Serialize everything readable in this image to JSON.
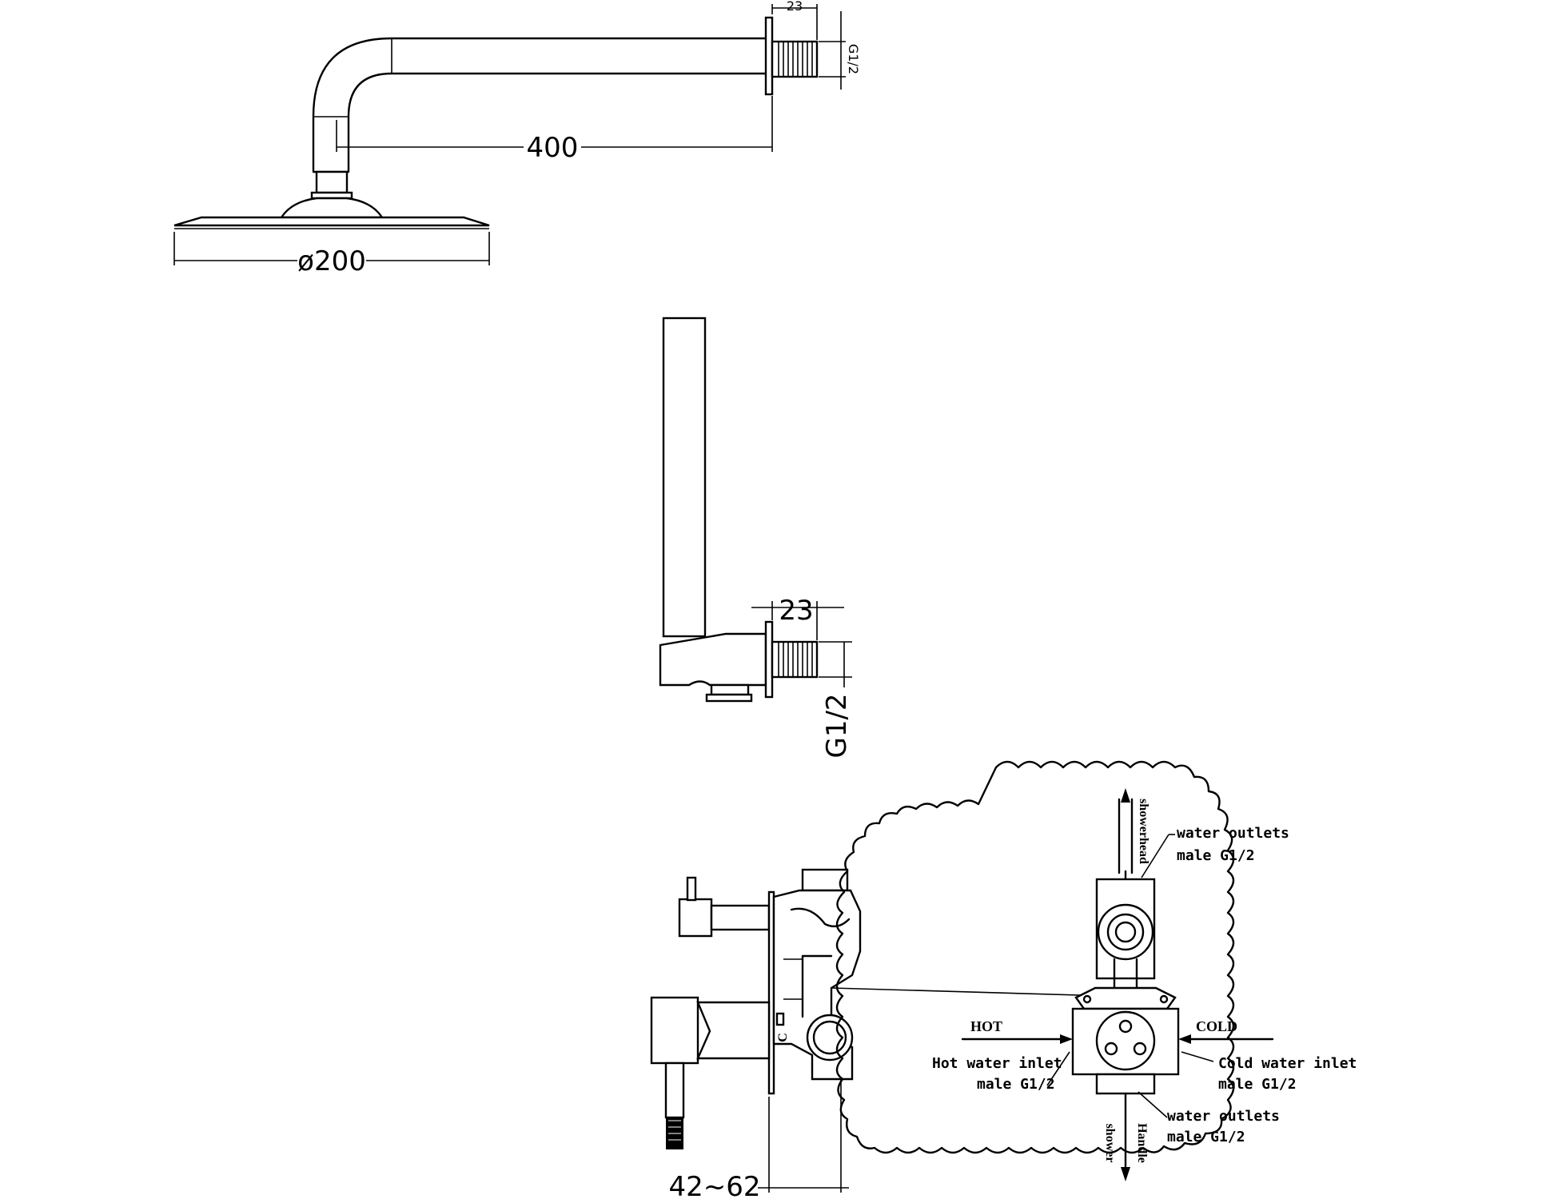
{
  "top_arm": {
    "flange_thickness": "23",
    "thread": "G1/2",
    "arm_length": "400",
    "head_diameter": "ø200"
  },
  "handshower_bracket": {
    "flange_thickness": "23",
    "thread": "G1/2"
  },
  "mixer_body": {
    "depth_range": "42~62",
    "side_mark": "C"
  },
  "detail": {
    "outlet_top_direction": "showerhead",
    "outlet_top_label_line1": "water outlets",
    "outlet_top_label_line2": "male G1/2",
    "hot_tag": "HOT",
    "cold_tag": "COLD",
    "hot_inlet_line1": "Hot water inlet",
    "hot_inlet_line2": "male G1/2",
    "cold_inlet_line1": "Cold water inlet",
    "cold_inlet_line2": "male G1/2",
    "outlet_bottom_label_line1": "water outlets",
    "outlet_bottom_label_line2": "male G1/2",
    "handle_direction_line1": "Handle",
    "handle_direction_line2": "shower"
  }
}
